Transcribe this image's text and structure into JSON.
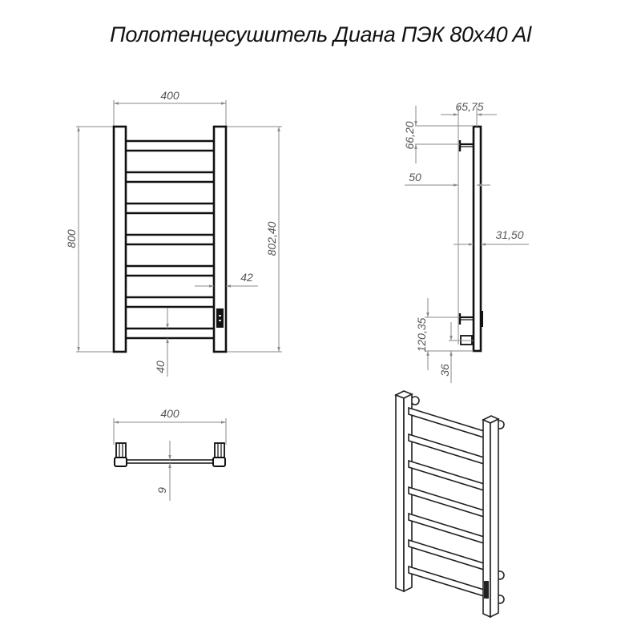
{
  "title": "Полотенцесушитель Диана ПЭК 80x40 Al",
  "views": {
    "front": {
      "width_label": "400",
      "height_label": "800",
      "total_height_label": "802,40",
      "post_offset_label": "42",
      "rung_gap_label": "40",
      "rung_pairs": 7
    },
    "side": {
      "depth_label": "65,75",
      "top_bracket_label": "66,20",
      "wall_offset_label": "50",
      "post_depth_label": "31,50",
      "bottom_bracket_label": "120,35",
      "cable_label": "36"
    },
    "top": {
      "width_label": "400",
      "rung_thickness_label": "9"
    },
    "isometric": {
      "rung_count": 7
    }
  },
  "colors": {
    "line": "#111111",
    "dimension": "#8a8a8a",
    "dimension_text": "#555555",
    "background": "#ffffff"
  }
}
